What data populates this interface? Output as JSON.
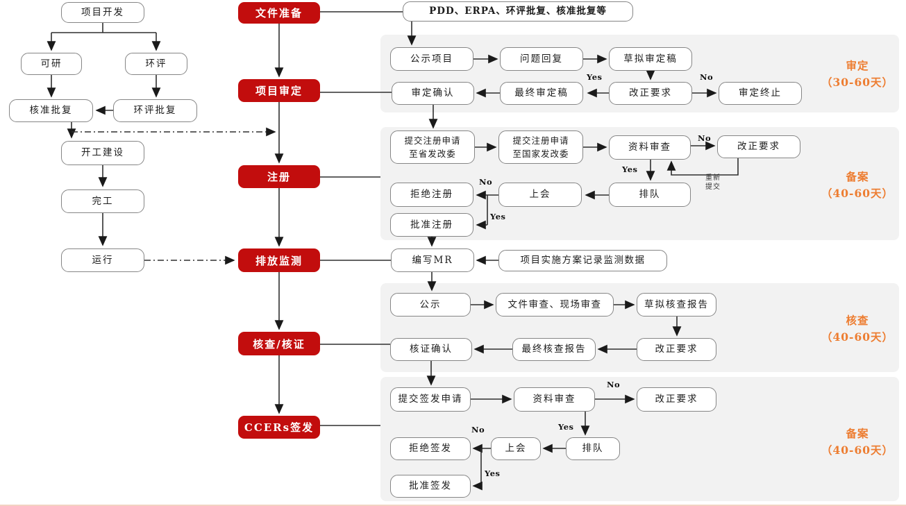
{
  "colors": {
    "stage_red": "#c20d0d",
    "orange": "#ed7d31",
    "panel_gray": "#f2f2f2"
  },
  "left_flow": {
    "project_dev": "项目开发",
    "feasibility": "可研",
    "eia": "环评",
    "approval": "核准批复",
    "eia_approval": "环评批复",
    "construction": "开工建设",
    "completion": "完工",
    "operation": "运行"
  },
  "stages": {
    "file_prep": "文件准备",
    "validation": "项目审定",
    "registration": "注册",
    "monitoring": "排放监测",
    "verification": "核查/核证",
    "issuance": "CCERs签发"
  },
  "file_prep_row": {
    "docs": "PDD、ERPA、环评批复、核准批复等"
  },
  "validation_panel": {
    "publish": "公示项目",
    "qa_reply": "问题回复",
    "draft": "草拟审定稿",
    "confirm": "审定确认",
    "final": "最终审定稿",
    "correction": "改正要求",
    "terminate": "审定终止",
    "yes": "Yes",
    "no": "No",
    "tag_title": "审定",
    "tag_duration": "（30-60天）"
  },
  "registration_panel": {
    "submit_prov_l1": "提交注册申请",
    "submit_prov_l2": "至省发改委",
    "submit_nat_l1": "提交注册申请",
    "submit_nat_l2": "至国家发改委",
    "review": "资料审查",
    "correction": "改正要求",
    "queue": "排队",
    "meeting": "上会",
    "reject": "拒绝注册",
    "approve": "批准注册",
    "resubmit_l1": "重新",
    "resubmit_l2": "提交",
    "yes": "Yes",
    "no": "No",
    "tag_title": "备案",
    "tag_duration": "（40-60天）"
  },
  "monitoring_row": {
    "write_mr": "编写MR",
    "data_source": "项目实施方案记录监测数据"
  },
  "verification_panel": {
    "publish": "公示",
    "doc_site_review": "文件审查、现场审查",
    "draft": "草拟核查报告",
    "confirm": "核证确认",
    "final": "最终核查报告",
    "correction": "改正要求",
    "tag_title": "核查",
    "tag_duration": "（40-60天）"
  },
  "issuance_panel": {
    "submit": "提交签发申请",
    "review": "资料审查",
    "correction": "改正要求",
    "queue": "排队",
    "meeting": "上会",
    "reject": "拒绝签发",
    "approve": "批准签发",
    "yes": "Yes",
    "no": "No",
    "tag_title": "备案",
    "tag_duration": "（40-60天）"
  }
}
